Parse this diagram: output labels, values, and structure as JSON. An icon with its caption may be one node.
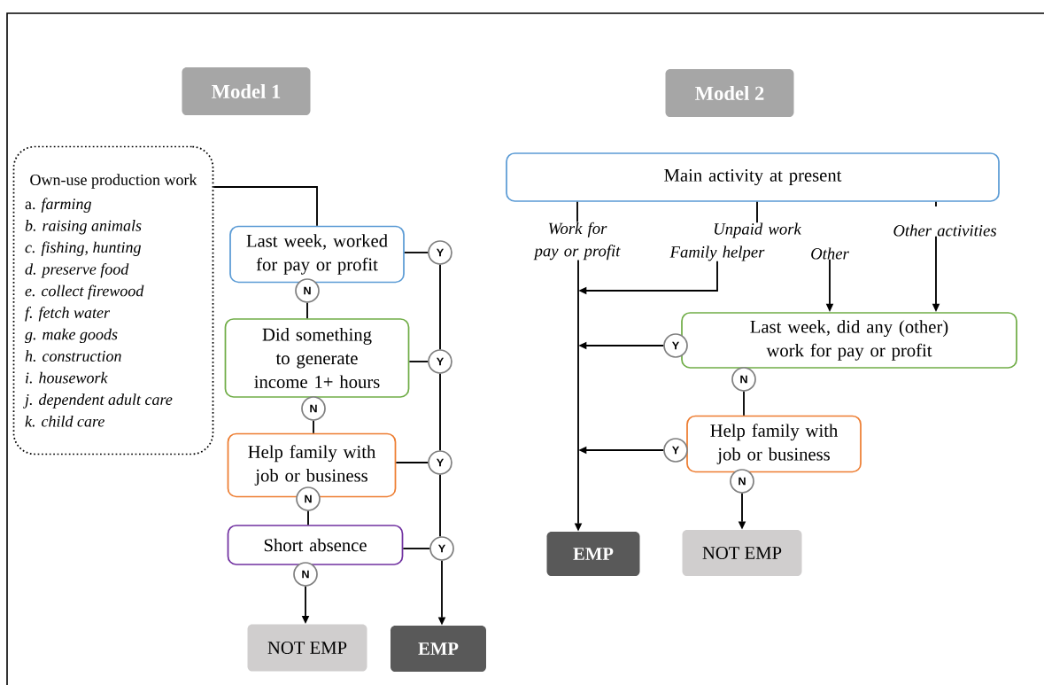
{
  "diagram": {
    "nodes": [
      {
        "text": [
          "Model 1"
        ]
      },
      {
        "text": [
          "Own-use production work",
          "a. *farming*",
          "*b. raising animals*",
          "*c. fishing, hunting*",
          "*d. preserve food*",
          "*e. collect firewood*",
          "*f. fetch water*",
          "*g. make goods*",
          "*h. construction*",
          "*i. housework*",
          "*j. dependent adult care*",
          "*k. child care*"
        ]
      },
      {
        "text": [
          "Last week, worked for pay or profit"
        ]
      },
      {
        "text": [
          "Y"
        ]
      },
      {
        "text": [
          "N"
        ]
      },
      {
        "text": [
          "Did something to generate income 1+ hours"
        ]
      },
      {
        "text": [
          "Y"
        ]
      },
      {
        "text": [
          "N"
        ]
      },
      {
        "text": [
          "Help family with job or business"
        ]
      },
      {
        "text": [
          "Y"
        ]
      },
      {
        "text": [
          "N"
        ]
      },
      {
        "text": [
          "Short absence"
        ]
      },
      {
        "text": [
          "Y"
        ]
      },
      {
        "text": [
          "N"
        ]
      },
      {
        "text": [
          "NOT EMP"
        ]
      },
      {
        "text": [
          "EMP"
        ]
      },
      {
        "text": [
          "Model 2"
        ]
      },
      {
        "text": [
          "Main activity at present"
        ]
      },
      {
        "text": [
          "Work for pay or profit"
        ]
      },
      {
        "text": [
          "Unpaid work"
        ]
      },
      {
        "text": [
          "Family helper"
        ]
      },
      {
        "text": [
          "Other"
        ]
      },
      {
        "text": [
          "Other activities"
        ]
      },
      {
        "text": [
          "Last week, did any (other) work for pay or profit"
        ]
      },
      {
        "text": [
          "Y"
        ]
      },
      {
        "text": [
          "N"
        ]
      },
      {
        "text": [
          "Help family with job or business"
        ]
      },
      {
        "text": [
          "Y"
        ]
      },
      {
        "text": [
          "N"
        ]
      },
      {
        "text": [
          "EMP"
        ]
      },
      {
        "text": [
          "NOT EMP"
        ]
      }
    ],
    "edges": [
      {
        "from": 1,
        "to": 2,
        "arrow": "none"
      },
      {
        "from": 2,
        "to": 3,
        "arrow": "none"
      },
      {
        "from": 4,
        "to": 5,
        "arrow": "none"
      },
      {
        "from": 5,
        "to": 6,
        "arrow": "none"
      },
      {
        "from": 7,
        "to": 8,
        "arrow": "none"
      },
      {
        "from": 8,
        "to": 9,
        "arrow": "none"
      },
      {
        "from": 10,
        "to": 11,
        "arrow": "none"
      },
      {
        "from": 11,
        "to": 12,
        "arrow": "none"
      },
      {
        "from": 13,
        "to": 14,
        "arrow": "to"
      },
      {
        "from": 3,
        "to": 6,
        "arrow": "none"
      },
      {
        "from": 6,
        "to": 9,
        "arrow": "none"
      },
      {
        "from": 9,
        "to": 12,
        "arrow": "none"
      },
      {
        "from": 12,
        "to": 15,
        "arrow": "to"
      },
      {
        "from": 17,
        "to": 18,
        "arrow": "none"
      },
      {
        "from": 17,
        "to": 19,
        "arrow": "none"
      },
      {
        "from": 17,
        "to": 22,
        "arrow": "none"
      },
      {
        "from": 18,
        "to": 29,
        "arrow": "to"
      },
      {
        "from": 20,
        "to": null,
        "arrow": "to"
      },
      {
        "from": 21,
        "to": 23,
        "arrow": "to"
      },
      {
        "from": 22,
        "to": 23,
        "arrow": "to"
      },
      {
        "from": 24,
        "to": null,
        "arrow": "to"
      },
      {
        "from": 25,
        "to": 26,
        "arrow": "none"
      },
      {
        "from": 27,
        "to": null,
        "arrow": "to"
      },
      {
        "from": 28,
        "to": 30,
        "arrow": "to"
      }
    ]
  }
}
